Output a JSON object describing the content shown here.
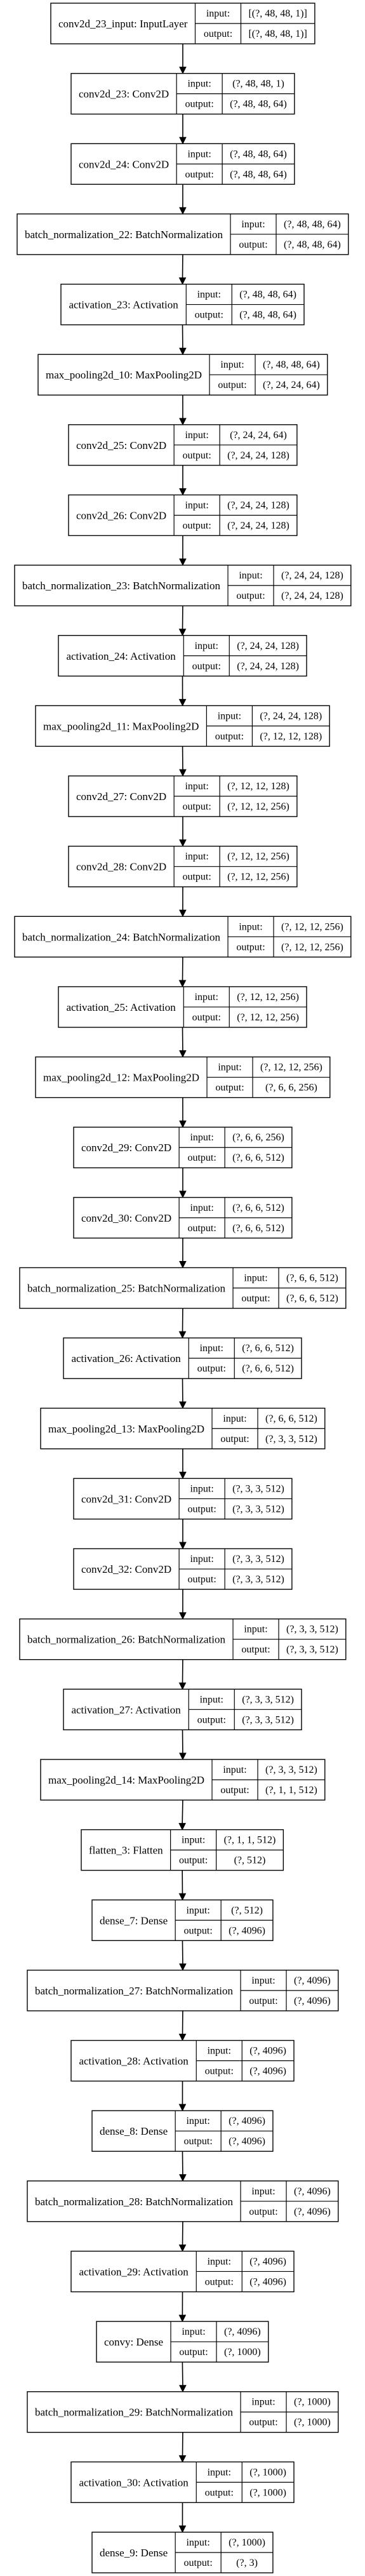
{
  "io_labels": {
    "input": "input:",
    "output": "output:"
  },
  "layers": [
    {
      "name": "conv2d_23_input: InputLayer",
      "input": "[(?, 48, 48, 1)]",
      "output": "[(?, 48, 48, 1)]"
    },
    {
      "name": "conv2d_23: Conv2D",
      "input": "(?, 48, 48, 1)",
      "output": "(?, 48, 48, 64)"
    },
    {
      "name": "conv2d_24: Conv2D",
      "input": "(?, 48, 48, 64)",
      "output": "(?, 48, 48, 64)"
    },
    {
      "name": "batch_normalization_22: BatchNormalization",
      "input": "(?, 48, 48, 64)",
      "output": "(?, 48, 48, 64)"
    },
    {
      "name": "activation_23: Activation",
      "input": "(?, 48, 48, 64)",
      "output": "(?, 48, 48, 64)"
    },
    {
      "name": "max_pooling2d_10: MaxPooling2D",
      "input": "(?, 48, 48, 64)",
      "output": "(?, 24, 24, 64)"
    },
    {
      "name": "conv2d_25: Conv2D",
      "input": "(?, 24, 24, 64)",
      "output": "(?, 24, 24, 128)"
    },
    {
      "name": "conv2d_26: Conv2D",
      "input": "(?, 24, 24, 128)",
      "output": "(?, 24, 24, 128)"
    },
    {
      "name": "batch_normalization_23: BatchNormalization",
      "input": "(?, 24, 24, 128)",
      "output": "(?, 24, 24, 128)"
    },
    {
      "name": "activation_24: Activation",
      "input": "(?, 24, 24, 128)",
      "output": "(?, 24, 24, 128)"
    },
    {
      "name": "max_pooling2d_11: MaxPooling2D",
      "input": "(?, 24, 24, 128)",
      "output": "(?, 12, 12, 128)"
    },
    {
      "name": "conv2d_27: Conv2D",
      "input": "(?, 12, 12, 128)",
      "output": "(?, 12, 12, 256)"
    },
    {
      "name": "conv2d_28: Conv2D",
      "input": "(?, 12, 12, 256)",
      "output": "(?, 12, 12, 256)"
    },
    {
      "name": "batch_normalization_24: BatchNormalization",
      "input": "(?, 12, 12, 256)",
      "output": "(?, 12, 12, 256)"
    },
    {
      "name": "activation_25: Activation",
      "input": "(?, 12, 12, 256)",
      "output": "(?, 12, 12, 256)"
    },
    {
      "name": "max_pooling2d_12: MaxPooling2D",
      "input": "(?, 12, 12, 256)",
      "output": "(?, 6, 6, 256)"
    },
    {
      "name": "conv2d_29: Conv2D",
      "input": "(?, 6, 6, 256)",
      "output": "(?, 6, 6, 512)"
    },
    {
      "name": "conv2d_30: Conv2D",
      "input": "(?, 6, 6, 512)",
      "output": "(?, 6, 6, 512)"
    },
    {
      "name": "batch_normalization_25: BatchNormalization",
      "input": "(?, 6, 6, 512)",
      "output": "(?, 6, 6, 512)"
    },
    {
      "name": "activation_26: Activation",
      "input": "(?, 6, 6, 512)",
      "output": "(?, 6, 6, 512)"
    },
    {
      "name": "max_pooling2d_13: MaxPooling2D",
      "input": "(?, 6, 6, 512)",
      "output": "(?, 3, 3, 512)"
    },
    {
      "name": "conv2d_31: Conv2D",
      "input": "(?, 3, 3, 512)",
      "output": "(?, 3, 3, 512)"
    },
    {
      "name": "conv2d_32: Conv2D",
      "input": "(?, 3, 3, 512)",
      "output": "(?, 3, 3, 512)"
    },
    {
      "name": "batch_normalization_26: BatchNormalization",
      "input": "(?, 3, 3, 512)",
      "output": "(?, 3, 3, 512)"
    },
    {
      "name": "activation_27: Activation",
      "input": "(?, 3, 3, 512)",
      "output": "(?, 3, 3, 512)"
    },
    {
      "name": "max_pooling2d_14: MaxPooling2D",
      "input": "(?, 3, 3, 512)",
      "output": "(?, 1, 1, 512)"
    },
    {
      "name": "flatten_3: Flatten",
      "input": "(?, 1, 1, 512)",
      "output": "(?, 512)"
    },
    {
      "name": "dense_7: Dense",
      "input": "(?, 512)",
      "output": "(?, 4096)"
    },
    {
      "name": "batch_normalization_27: BatchNormalization",
      "input": "(?, 4096)",
      "output": "(?, 4096)"
    },
    {
      "name": "activation_28: Activation",
      "input": "(?, 4096)",
      "output": "(?, 4096)"
    },
    {
      "name": "dense_8: Dense",
      "input": "(?, 4096)",
      "output": "(?, 4096)"
    },
    {
      "name": "batch_normalization_28: BatchNormalization",
      "input": "(?, 4096)",
      "output": "(?, 4096)"
    },
    {
      "name": "activation_29: Activation",
      "input": "(?, 4096)",
      "output": "(?, 4096)"
    },
    {
      "name": "convy: Dense",
      "input": "(?, 4096)",
      "output": "(?, 1000)"
    },
    {
      "name": "batch_normalization_29: BatchNormalization",
      "input": "(?, 1000)",
      "output": "(?, 1000)"
    },
    {
      "name": "activation_30: Activation",
      "input": "(?, 1000)",
      "output": "(?, 1000)"
    },
    {
      "name": "dense_9: Dense",
      "input": "(?, 1000)",
      "output": "(?, 3)"
    }
  ]
}
